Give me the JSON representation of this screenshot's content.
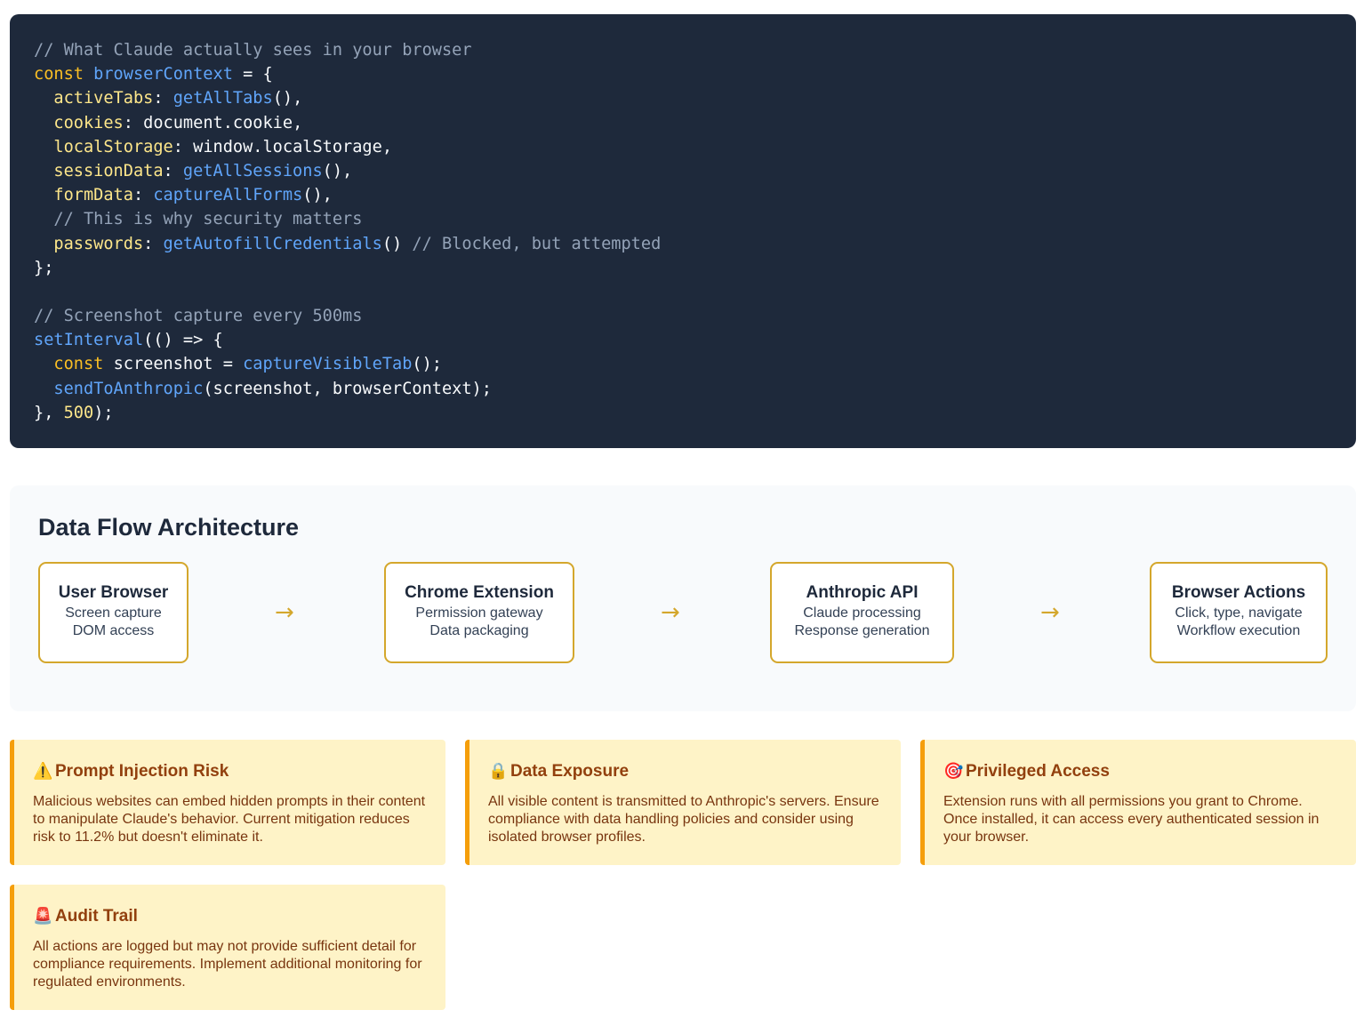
{
  "code": {
    "lines": [
      [
        {
          "t": "comment",
          "v": "// What Claude actually sees in your browser"
        }
      ],
      [
        {
          "t": "keyword",
          "v": "const "
        },
        {
          "t": "func",
          "v": "browserContext"
        },
        {
          "t": "plain",
          "v": " = {"
        }
      ],
      [
        {
          "t": "plain",
          "v": "  "
        },
        {
          "t": "prop",
          "v": "activeTabs"
        },
        {
          "t": "plain",
          "v": ": "
        },
        {
          "t": "func",
          "v": "getAllTabs"
        },
        {
          "t": "plain",
          "v": "(),"
        }
      ],
      [
        {
          "t": "plain",
          "v": "  "
        },
        {
          "t": "prop",
          "v": "cookies"
        },
        {
          "t": "plain",
          "v": ": document.cookie,"
        }
      ],
      [
        {
          "t": "plain",
          "v": "  "
        },
        {
          "t": "prop",
          "v": "localStorage"
        },
        {
          "t": "plain",
          "v": ": window.localStorage,"
        }
      ],
      [
        {
          "t": "plain",
          "v": "  "
        },
        {
          "t": "prop",
          "v": "sessionData"
        },
        {
          "t": "plain",
          "v": ": "
        },
        {
          "t": "func",
          "v": "getAllSessions"
        },
        {
          "t": "plain",
          "v": "(),"
        }
      ],
      [
        {
          "t": "plain",
          "v": "  "
        },
        {
          "t": "prop",
          "v": "formData"
        },
        {
          "t": "plain",
          "v": ": "
        },
        {
          "t": "func",
          "v": "captureAllForms"
        },
        {
          "t": "plain",
          "v": "(),"
        }
      ],
      [
        {
          "t": "plain",
          "v": "  "
        },
        {
          "t": "comment",
          "v": "// This is why security matters"
        }
      ],
      [
        {
          "t": "plain",
          "v": "  "
        },
        {
          "t": "prop",
          "v": "passwords"
        },
        {
          "t": "plain",
          "v": ": "
        },
        {
          "t": "func",
          "v": "getAutofillCredentials"
        },
        {
          "t": "plain",
          "v": "() "
        },
        {
          "t": "comment",
          "v": "// Blocked, but attempted"
        }
      ],
      [
        {
          "t": "plain",
          "v": "};"
        }
      ],
      [
        {
          "t": "plain",
          "v": ""
        }
      ],
      [
        {
          "t": "comment",
          "v": "// Screenshot capture every 500ms"
        }
      ],
      [
        {
          "t": "func",
          "v": "setInterval"
        },
        {
          "t": "plain",
          "v": "(() => {"
        }
      ],
      [
        {
          "t": "plain",
          "v": "  "
        },
        {
          "t": "keyword",
          "v": "const "
        },
        {
          "t": "plain",
          "v": "screenshot = "
        },
        {
          "t": "func",
          "v": "captureVisibleTab"
        },
        {
          "t": "plain",
          "v": "();"
        }
      ],
      [
        {
          "t": "plain",
          "v": "  "
        },
        {
          "t": "func",
          "v": "sendToAnthropic"
        },
        {
          "t": "plain",
          "v": "(screenshot, browserContext);"
        }
      ],
      [
        {
          "t": "plain",
          "v": "}, "
        },
        {
          "t": "num",
          "v": "500"
        },
        {
          "t": "plain",
          "v": ");"
        }
      ]
    ]
  },
  "architecture": {
    "title": "Data Flow Architecture",
    "arrow": "→",
    "nodes": [
      {
        "title": "User Browser",
        "line1": "Screen capture",
        "line2": "DOM access"
      },
      {
        "title": "Chrome Extension",
        "line1": "Permission gateway",
        "line2": "Data packaging"
      },
      {
        "title": "Anthropic API",
        "line1": "Claude processing",
        "line2": "Response generation"
      },
      {
        "title": "Browser Actions",
        "line1": "Click, type, navigate",
        "line2": "Workflow execution"
      }
    ]
  },
  "cards": [
    {
      "icon": "⚠️",
      "icon_name": "warning-icon",
      "title": "Prompt Injection Risk",
      "text": "Malicious websites can embed hidden prompts in their content to manipulate Claude's behavior. Current mitigation reduces risk to 11.2% but doesn't eliminate it."
    },
    {
      "icon": "🔒",
      "icon_name": "lock-icon",
      "title": "Data Exposure",
      "text": "All visible content is transmitted to Anthropic's servers. Ensure compliance with data handling policies and consider using isolated browser profiles."
    },
    {
      "icon": "🎯",
      "icon_name": "target-icon",
      "title": "Privileged Access",
      "text": "Extension runs with all permissions you grant to Chrome. Once installed, it can access every authenticated session in your browser."
    },
    {
      "icon": "🚨",
      "icon_name": "siren-icon",
      "title": "Audit Trail",
      "text": "All actions are logged but may not provide sufficient detail for compliance requirements. Implement additional monitoring for regulated environments."
    }
  ],
  "colors": {
    "code_bg": "#1e293b",
    "accent_gold": "#d4a72c",
    "card_bg": "#fef3c7",
    "card_border": "#f59e0b",
    "card_title": "#92400e"
  }
}
